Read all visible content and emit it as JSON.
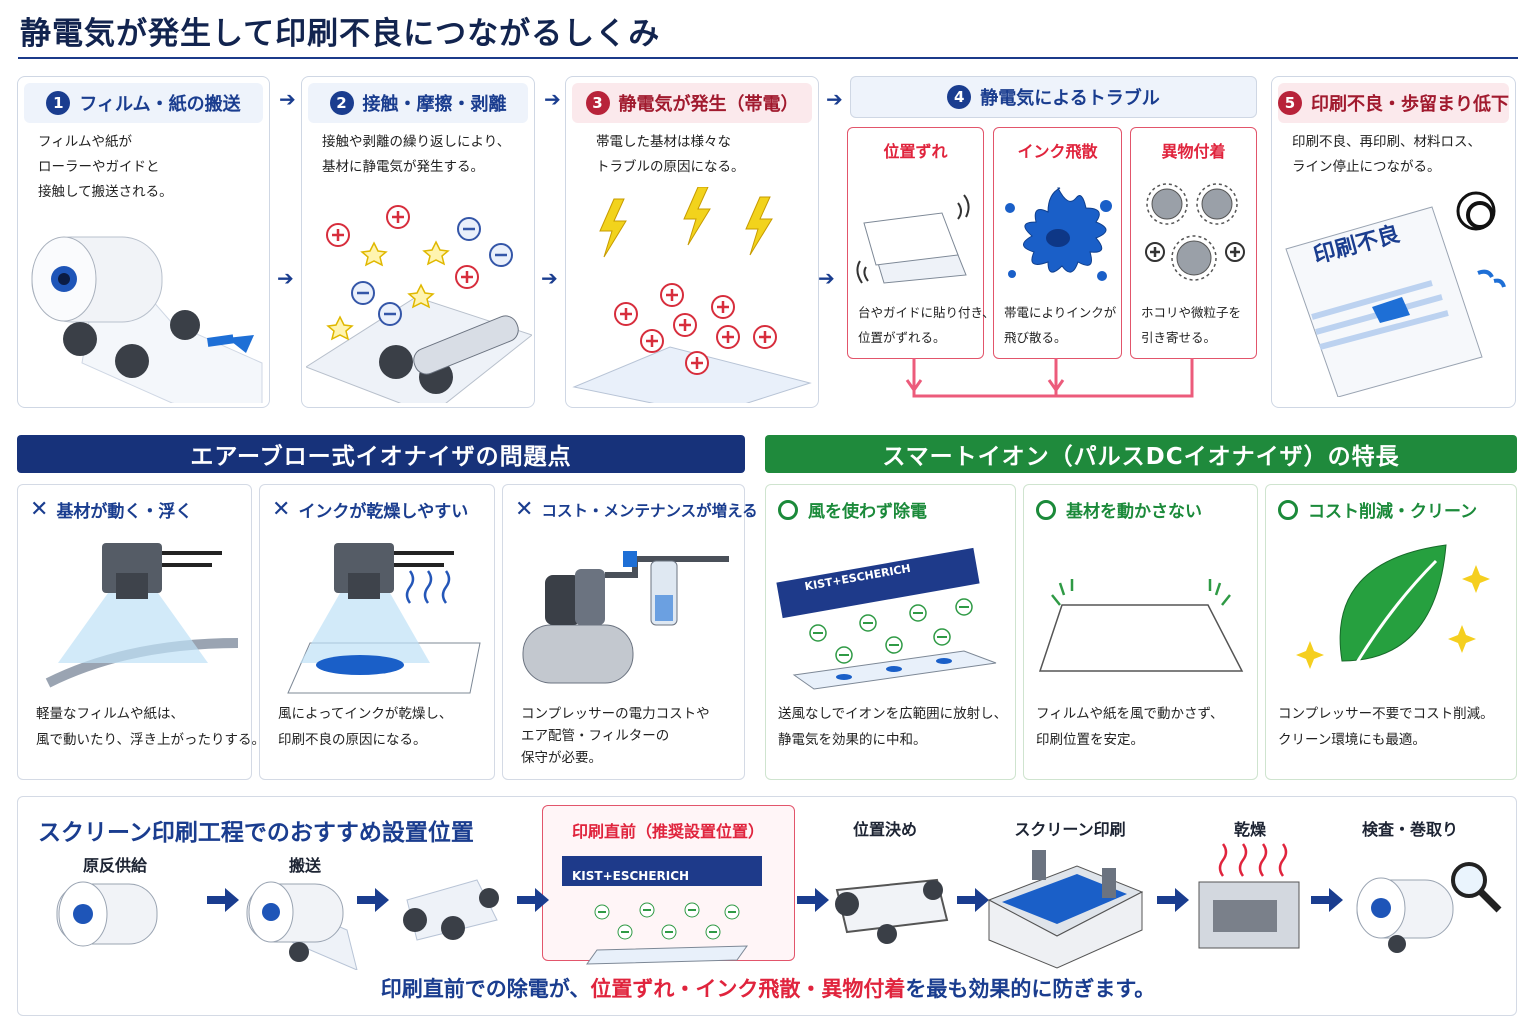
{
  "title": "静電気が発生して印刷不良につながるしくみ",
  "steps": [
    {
      "num": "1",
      "title": "フィルム・紙の搬送",
      "desc": [
        "フィルムや紙が",
        "ローラーやガイドと",
        "接触して搬送される。"
      ]
    },
    {
      "num": "2",
      "title": "接触・摩擦・剥離",
      "desc": [
        "接触や剥離の繰り返しにより、",
        "基材に静電気が発生する。"
      ]
    },
    {
      "num": "3",
      "title": "静電気が発生（帯電）",
      "desc": [
        "帯電した基材は様々な",
        "トラブルの原因になる。"
      ]
    },
    {
      "num": "4",
      "title": "静電気によるトラブル"
    },
    {
      "num": "5",
      "title": "印刷不良・歩留まり低下",
      "desc": [
        "印刷不良、再印刷、材料ロス、",
        "ライン停止につながる。"
      ],
      "sheet_text": "印刷不良"
    }
  ],
  "troubles": [
    {
      "title": "位置ずれ",
      "desc": [
        "台やガイドに貼り付き、",
        "位置がずれる。"
      ]
    },
    {
      "title": "インク飛散",
      "desc": [
        "帯電によりインクが",
        "飛び散る。"
      ]
    },
    {
      "title": "異物付着",
      "desc": [
        "ホコリや微粒子を",
        "引き寄せる。"
      ]
    }
  ],
  "left_banner": "エアーブロー式イオナイザの問題点",
  "right_banner": "スマートイオン（パルスDCイオナイザ）の特長",
  "problems": [
    {
      "mark": "✕",
      "title": "基材が動く・浮く",
      "desc": [
        "軽量なフィルムや紙は、",
        "風で動いたり、浮き上がったりする。"
      ]
    },
    {
      "mark": "✕",
      "title": "インクが乾燥しやすい",
      "desc": [
        "風によってインクが乾燥し、",
        "印刷不良の原因になる。"
      ]
    },
    {
      "mark": "✕",
      "title": "コスト・メンテナンスが増える",
      "desc": [
        "コンプレッサーの電力コストや",
        "エア配管・フィルターの",
        "保守が必要。"
      ]
    }
  ],
  "features": [
    {
      "title": "風を使わず除電",
      "desc": [
        "送風なしでイオンを広範囲に放射し、",
        "静電気を効果的に中和。"
      ],
      "device_label": "KIST+ESCHERICH"
    },
    {
      "title": "基材を動かさない",
      "desc": [
        "フィルムや紙を風で動かさず、",
        "印刷位置を安定。"
      ]
    },
    {
      "title": "コスト削減・クリーン",
      "desc": [
        "コンプレッサー不要でコスト削減。",
        "クリーン環境にも最適。"
      ]
    }
  ],
  "process": {
    "title": "スクリーン印刷工程でのおすすめ設置位置",
    "stages": [
      "原反供給",
      "搬送",
      "印刷直前（推奨設置位置）",
      "位置決め",
      "スクリーン印刷",
      "乾燥",
      "検査・巻取り"
    ],
    "device_label": "KIST+ESCHERICH",
    "conclusion_pre": "印刷直前での除電が、",
    "conclusion_highlight": "位置ずれ・インク飛散・異物付着",
    "conclusion_post": "を最も効果的に防ぎます。"
  },
  "colors": {
    "navy": "#1a3d8f",
    "red": "#e0243d",
    "green": "#1b8a3a",
    "pink_line": "#ec5b7b"
  }
}
